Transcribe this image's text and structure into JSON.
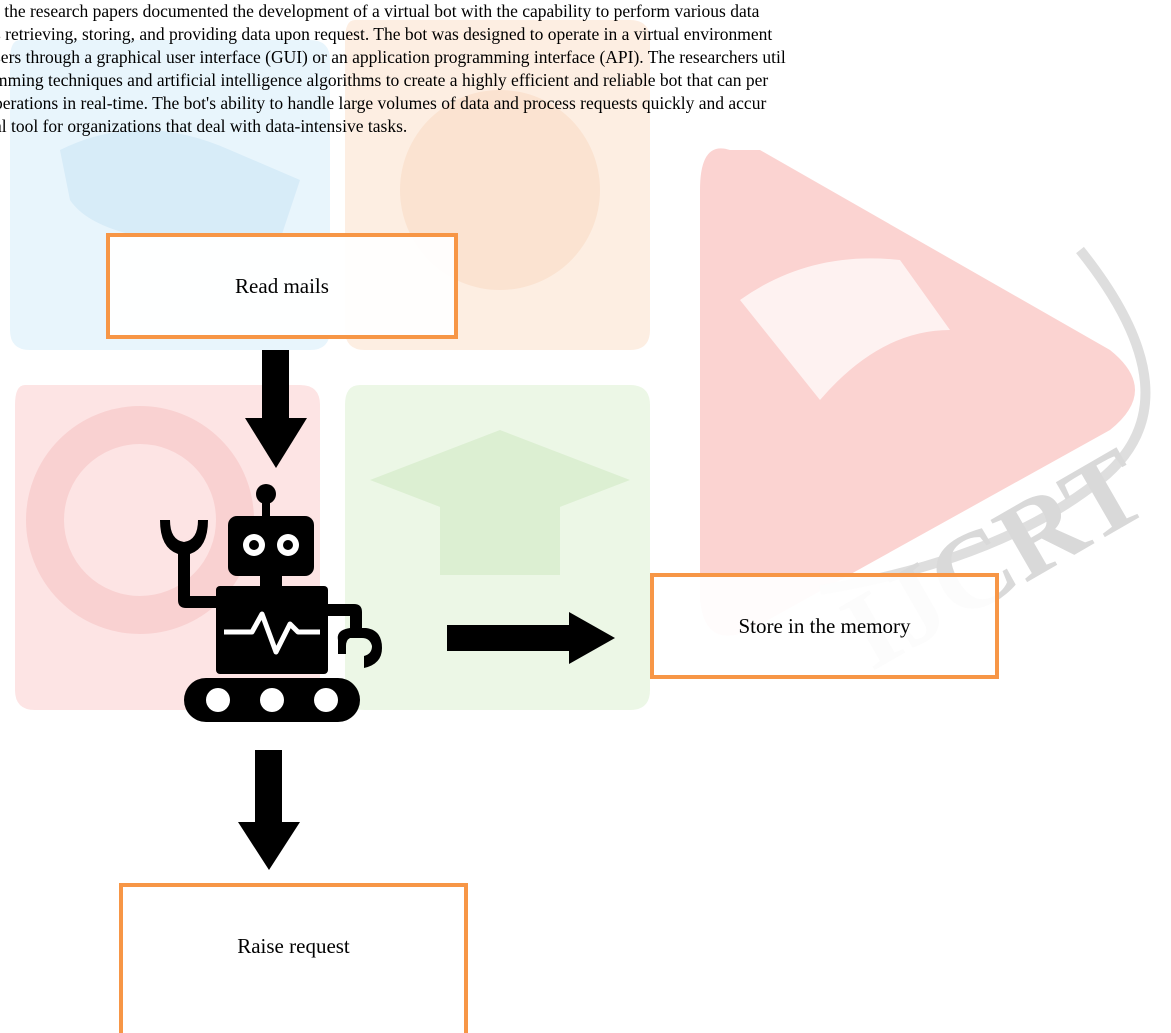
{
  "paragraph": {
    "lines": [
      "f the research papers documented the development of a virtual bot with the capability to perform various data",
      "s retrieving, storing, and providing data upon request. The bot was designed to operate in a virtual environment",
      "sers through a graphical user interface (GUI) or an application programming interface (API). The researchers util",
      "mming techniques and artificial intelligence algorithms to create a highly efficient and reliable bot that can per",
      "perations in real-time. The bot's ability to handle large volumes of data and process requests quickly and accur",
      "al tool for organizations that deal with data-intensive tasks."
    ]
  },
  "diagram": {
    "read_mails": "Read mails",
    "store_memory": "Store in the memory",
    "raise_request": "Raise request"
  },
  "watermark": {
    "text": "IJCRT",
    "colors": {
      "blue": "#e3f2fb",
      "orange": "#fde8d8",
      "red": "#fbdcdc",
      "green": "#e6f5df",
      "play_red": "#f8c9c7",
      "gray": "#d6d6d6"
    }
  },
  "colors": {
    "box_border": "#f79646",
    "arrow": "#000000",
    "robot": "#000000"
  }
}
